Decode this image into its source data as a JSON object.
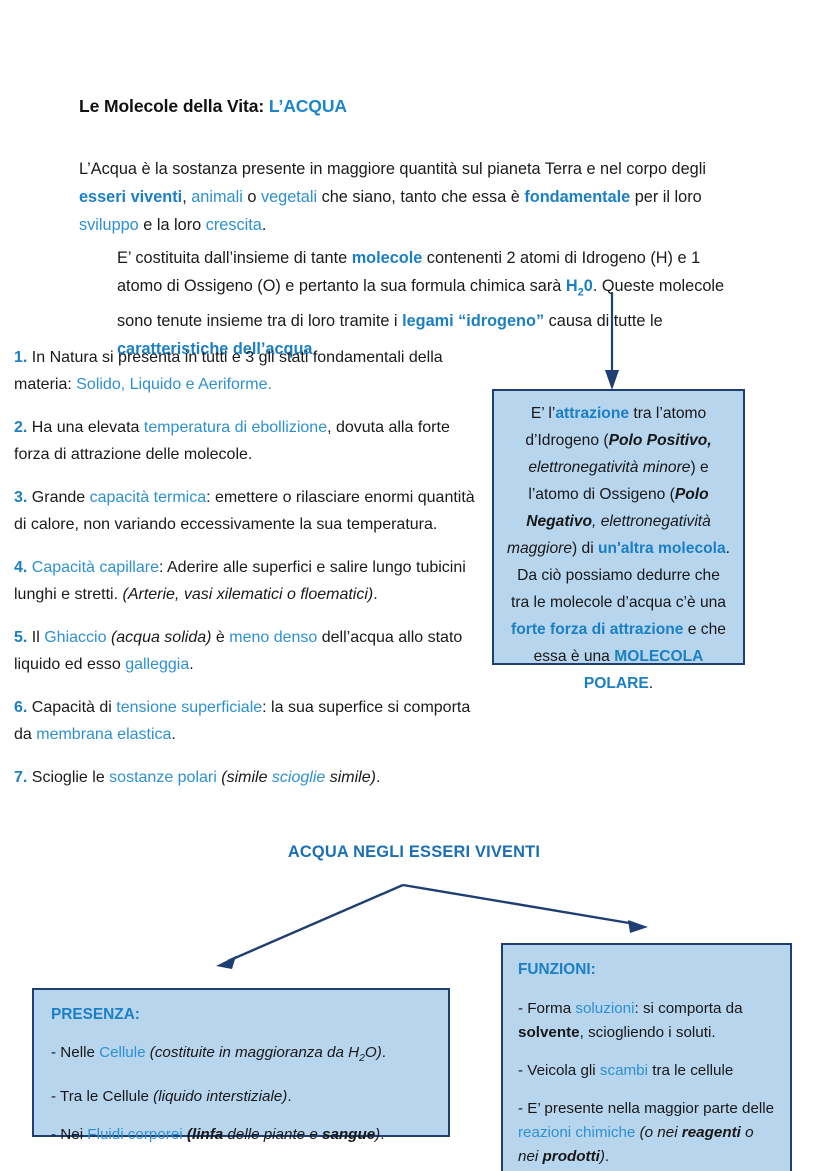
{
  "document": {
    "title_plain": "Le Molecole della Vita: ",
    "title_accent": "L’ACQUA"
  },
  "intro": {
    "p1_a": "L’Acqua è la sostanza presente in maggiore quantità sul pianeta Terra e nel corpo degli ",
    "p1_k1": "esseri viventi",
    "p1_b": ", ",
    "p1_k2": "animali",
    "p1_c": " o ",
    "p1_k3": "vegetali",
    "p1_d": " che siano, tanto che essa è ",
    "p1_k4": "fondamentale",
    "p1_e": " per il loro ",
    "p1_k5": "sviluppo",
    "p1_f": " e la loro ",
    "p1_k6": "crescita",
    "p1_g": "."
  },
  "indented": {
    "a": "E’ costituita dall’insieme di tante ",
    "k1": "molecole",
    "b": " contenenti 2 atomi di Idrogeno (H) e 1 atomo di Ossigeno (O) e pertanto la sua formula chimica sarà ",
    "formula_h": "H",
    "formula_sub": "2",
    "formula_o": "0",
    "c": ". Queste molecole sono tenute insieme tra di loro tramite i ",
    "k2": "legami “idrogeno”",
    "d": " causa di tutte le ",
    "k3": "caratteristiche dell’acqua",
    "e": "."
  },
  "list": [
    {
      "num": "1.",
      "a": " In Natura si presenta in tutti e 3 gli stati fondamentali della materia: ",
      "k1": "Solido, Liquido e Aeriforme.",
      "b": ""
    },
    {
      "num": "2.",
      "a": " Ha una elevata ",
      "k1": "temperatura di ebollizione",
      "b": ", dovuta alla forte forza di attrazione delle molecole."
    },
    {
      "num": "3.",
      "a": " Grande ",
      "k1": "capacità termica",
      "b": ": emettere o rilasciare enormi quantità di calore, non variando eccessivamente la sua temperatura."
    },
    {
      "num": "4.",
      "a": " ",
      "k1": "Capacità capillare",
      "b": ": Aderire alle superfici e salire lungo tubicini lunghi e stretti. ",
      "i1": "(Arterie, vasi xilematici o floematici)",
      "c": "."
    },
    {
      "num": "5.",
      "a": " Il ",
      "k1": "Ghiaccio",
      "b": " ",
      "i1": "(acqua solida)",
      "c": " è ",
      "k2": "meno denso",
      "d": " dell’acqua allo stato liquido ed esso ",
      "k3": "galleggia",
      "e": "."
    },
    {
      "num": "6.",
      "a": " Capacità di ",
      "k1": "tensione superficiale",
      "b": ": la sua superfice si comporta da ",
      "k2": "membrana elastica",
      "c": "."
    },
    {
      "num": "7.",
      "a": " Scioglie le ",
      "k1": "sostanze polari",
      "b": " ",
      "i1": "(simile ",
      "ik1": "scioglie",
      "i2": " simile)",
      "c": "."
    }
  ],
  "box_attrazione": {
    "a": "E’ l’",
    "k1": "attrazione",
    "b": " tra l’atomo d’Idrogeno (",
    "bi1": "Polo Positivo,",
    "i1": " elettronegatività minore",
    "c": ") e l’atomo di Ossigeno (",
    "bi2": "Polo Negativo",
    "i2": ", elettronegatività maggiore",
    "d": ") di ",
    "k2": "un'altra molecola",
    "e": ". Da ciò possiamo dedurre che tra le molecole d’acqua c’è una ",
    "k3": "forte forza di attrazione",
    "f": " e che essa è una ",
    "k4": "MOLECOLA POLARE",
    "g": "."
  },
  "bottom_heading": "ACQUA NEGLI ESSERI VIVENTI",
  "box_presenza": {
    "heading": "PRESENZA:",
    "lines": [
      {
        "a": "- Nelle ",
        "k1": "Cellule",
        "b": " ",
        "i1": "(costituite in maggioranza da H",
        "isub": "2",
        "i2": "O)",
        "c": "."
      },
      {
        "a": "- Tra le Cellule ",
        "i1": "(liquido interstiziale)",
        "c": "."
      },
      {
        "a": "- Nei ",
        "k1": "Fluidi corporei",
        "b": " ",
        "bi1": "(linfa",
        "i1": " delle piante e ",
        "bi2": "sangue",
        "i2": ")",
        "c": "."
      }
    ]
  },
  "box_funzioni": {
    "heading": "FUNZIONI:",
    "lines": [
      {
        "a": "- Forma ",
        "k1": "soluzioni",
        "b": ": si comporta da ",
        "bold1": "solvente",
        "c": ", sciogliendo i soluti."
      },
      {
        "a": "- Veicola gli ",
        "k1": "scambi",
        "b": " tra le cellule"
      },
      {
        "a": "- E’ presente nella maggior parte delle ",
        "k1": "reazioni chimiche",
        "b": " ",
        "bi1": "(o nei ",
        "bi2": "reagenti",
        "i1": " o nei ",
        "bi3": "prodotti",
        "i2": ")",
        "c": "."
      }
    ]
  },
  "colors": {
    "accent_light": "#2e90d0",
    "accent_bold": "#1b7fc4",
    "box_fill": "#b8d5ee",
    "box_border": "#1f3f73",
    "arrow": "#1f3f73",
    "heading": "#1b6fb5"
  }
}
